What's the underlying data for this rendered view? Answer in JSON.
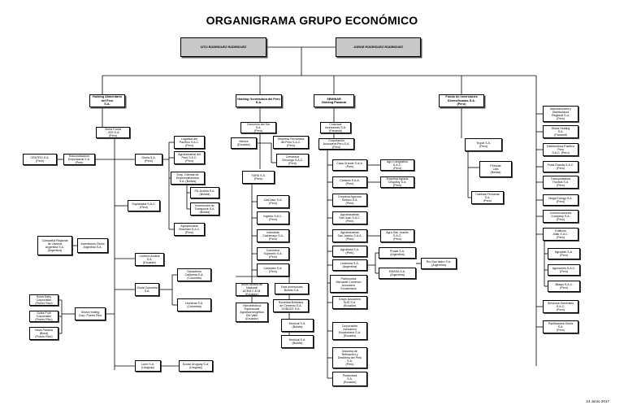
{
  "title": "ORGANIGRAMA GRUPO ECONÓMICO",
  "date": "14 Junio 2017",
  "nodes": {
    "vito": "VITO RODRÍGUEZ RODRÍGUEZ",
    "jorge": "JORGE RODRÍGUEZ RODRÍGUEZ",
    "h_alimentaria": "Holding Alimentario del Perú\nS.A.",
    "h_generadora": "Holding Generadora del Perú\nS.A.",
    "h_panama": "SEMINAR\nHolding Panamá",
    "h_fondo": "Fondo de Inversiones\nDiversificadas S.A.\n(Perú)",
    "gloria_foods": "Gloria Foods\n- JOS S.A.\n(Perú)",
    "centro": "CENTRO S.A.\n(Perú)",
    "racionalizacion": "Racionalización\nEmpresarial S.A.\n(Perú)",
    "gloria": "Gloria S.A.\n(Perú)",
    "logistica": "Logística del\nPacífico S.A.C.\n(Perú)",
    "agroindustrial": "Agroindustrial del\nPerú S.A.C.\n(Perú)",
    "emp_oriental": "Emp. Oriental de\nEmprendimientos\nS.A. (Bolivia)",
    "pil_andina": "PIL Andina S.A.\n(Bolivia)",
    "transporte": "Inversiones de\nTransporte S.A.\n(Bolivia)",
    "agropecuaria": "Agropecuaria\nChachani S.A.C.\n(Perú)",
    "suprasalva": "Suprasalva S.A.C.\n(Perú)",
    "cia_regional": "Compañía Regional\nde Lácteos\nArgentina S.A.\n(Argentina)",
    "inv_gloria_arg": "Inversiones Gloria\nArgentina S.A.",
    "lecheria_andina": "Lechera Andina\nS.A.\n(Ecuador)",
    "gloria_colombia": "Gloria Colombia\nS.A.",
    "ganaderos": "Ganaderos\nCalifornia S.A.\n(Colombia)",
    "lecheras_col": "Lecheras S.A.\n(Colombia)",
    "gloria_holding": "Gloria Holding\nCorp. Puerto Rico",
    "suiza_dairy": "Suiza Dairy\nCorporation\n(Puerto Rico)",
    "suiza_fruit": "Suiza Fruit\nCorporation\n(Puerto Rico)",
    "neva_pastora": "Neva Pastora\n(Boca)\n(Puerto Rico)",
    "lurin": "Lurín S.A.\n(Uruguay)",
    "ecolat": "Ecolat Uruguay S.A.\n(Uruguay)",
    "consorcio_sur": "Consorcio del Sur\nS.A.\n(Perú)",
    "minera": "Minera\n(Ecuador)",
    "empresa_ferroviaria": "Empresa Ferroviaria\ndel Perú S.A.C.\n(Perú)",
    "cementos_chi": "Cementos\nChicongo S.A.C.\n(Perú)",
    "yura": "YURA S.A.\n(Perú)",
    "calcesur": "CalCesur S.A.\n(Perú)",
    "ingenio": "Ingenio S.A.C.\n(Perú)",
    "industrias_cachimayo": "Industrias\nCachimayo S.A.\n(Perú)",
    "concretos": "Concretos\nSupermix S.A.\n(Perú)",
    "cassarex": "Cassarex S.A.\n(Perú)",
    "union_andina": "Unión Andina de\nNacional\nUCEM C.E.M.\n(Ecuador)",
    "yura_inv": "Yura Inversiones\nBolivia S.A.",
    "hidroelectrica": "Hidroeléctrica\nEquinoccial\nAgrobioenergética\nDel Valle\n(Ecuador)",
    "soc_boliviana": "Sociedad Boliviana\nde Cemento S.A.\nSOBOCE S.A.",
    "kemical1": "Kemical S.A.\n(Bolivia)",
    "kemical2": "Kemical S.A.\n(Bolivia)",
    "coazucar": "Coazúcar\nInversiones S.A.\n(Panamá)",
    "corp_azucarera": "Corporación\nAzucarera Perú S.A.\n(Perú)",
    "casa_grande": "Casa Grande S.A.A.\n(Perú)",
    "agro_lang": "Agro Langostino\nS.A.C.\n(Perú)",
    "cartavio": "Cartavio S.A.A.\n(Perú)",
    "empresa_agraria_chi": "Empresa Agraria\nChiquitoy S.A.\n(Perú)",
    "emp_agricola": "Empresa Agrícola\nSintuco S.A.\n(Perú)",
    "agroindustrias_sj": "Agroindustrias\nSan Juan S.A.C.\n(Perú)",
    "agro_aurora": "Agroindustrias\nSan Jacinto S.A.A.\n(Perú)",
    "agrolima": "Agro-San Juanito\nS.A.C.\n(Perú)",
    "agrolinea": "Agrolínea S.A.\n(Perú)",
    "ledesma": "Ledesma S.A.\n(Argentina)",
    "prosal": "Prosal S.A.\n(Argentina)",
    "emasa": "EMASA S.A.\n(Argentina)",
    "rio_san_isidro": "Río San Isidro S.A.\n(Argentina)",
    "patrimonios": "Patrimonios\nMercantil Comercio\nAzucarero\nEcuatoriano",
    "grupo_azucarero": "Grupo Azucarero\nSUD S.A.\n(Ecuador)",
    "corp_azucarera_ec": "Corporación\nAzucarera\nEcuatoriana S.A.\n(Ecuador)",
    "ind_refinacion": "Industria de\nRefinación y\nDestilería del Perú\nS.A.\n(Perú)",
    "productora": "Productora\nS.A.\n(Ecuador)",
    "trupal": "Trupal S.A.\n(Perú)",
    "pinturas": "Pinturas\nLida\n(Bolivia)",
    "cabinas": "Cabinas Peruanas\nS.A.\n(Perú)",
    "manufacturera": "Manufacturera y\nDistribuidora\nRegional S.A.\n(Perú)",
    "gloria_holding_pan": "Gloria Holding\nS.A.\n(Panamá)",
    "distribuidora_pacifico": "Distribuidora Pacífico\nPeru\nS.A.C. (Perú)",
    "fruta_granda": "Fruta Granda S.A.C.\n(Perú)",
    "transportadora": "Transportadora\nTrocitos S.A.\n(Perú)",
    "mega_energy": "Mega Energy S.A.\n(Perú)",
    "comunicaciones": "Comunicaciones\nCompany S.A.\n(Perú)",
    "edificios": "Edificios\nJillák S.A.C.\n(Perú)",
    "agroplan": "Agroplán S.A.\n(Perú)",
    "agroseries": "Agroseries S.A.C.\n(Perú)",
    "jillaqui": "Jillaqui S.A.C.\n(Perú)",
    "servicios_gen": "Servicios Generales\nS.A.C.\n(Perú)",
    "panificadora": "Panificadora Gloria\nS.A.\n(Perú)"
  }
}
